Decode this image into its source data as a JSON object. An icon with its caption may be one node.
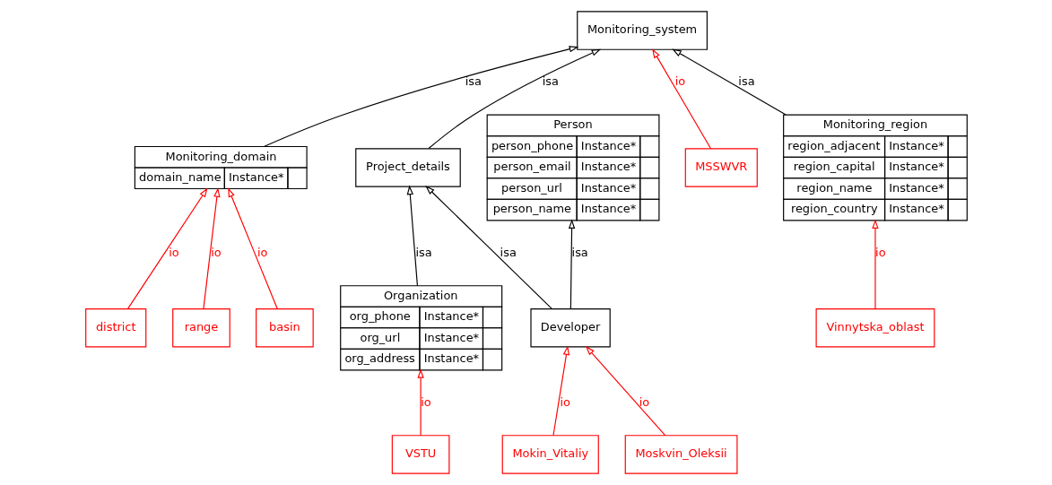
{
  "diagram": {
    "nodes": [
      {
        "text": [
          "Monitoring_system"
        ]
      },
      {
        "text": [
          "Monitoring_domain",
          "domain_name",
          "Instance*"
        ]
      },
      {
        "text": [
          "Project_details"
        ]
      },
      {
        "text": [
          "Person",
          "person_phone",
          "Instance*",
          "person_email",
          "Instance*",
          "person_url",
          "Instance*",
          "person_name",
          "Instance*"
        ]
      },
      {
        "text": [
          "MSSWVR"
        ]
      },
      {
        "text": [
          "Monitoring_region",
          "region_adjacent",
          "Instance*",
          "region_capital",
          "Instance*",
          "region_name",
          "Instance*",
          "region_country",
          "Instance*"
        ]
      },
      {
        "text": [
          "district"
        ]
      },
      {
        "text": [
          "range"
        ]
      },
      {
        "text": [
          "basin"
        ]
      },
      {
        "text": [
          "Organization",
          "org_phone",
          "Instance*",
          "org_url",
          "Instance*",
          "org_address",
          "Instance*"
        ]
      },
      {
        "text": [
          "Developer"
        ]
      },
      {
        "text": [
          "Vinnytska_oblast"
        ]
      },
      {
        "text": [
          "VSTU"
        ]
      },
      {
        "text": [
          "Mokin_Vitaliy"
        ]
      },
      {
        "text": [
          "Moskvin_Oleksii"
        ]
      }
    ],
    "edges": [
      {
        "from": 1,
        "to": 0,
        "arrow": "to",
        "label": "isa",
        "color": "#000000"
      },
      {
        "from": 2,
        "to": 0,
        "arrow": "to",
        "label": "isa",
        "color": "#000000"
      },
      {
        "from": 4,
        "to": 0,
        "arrow": "to",
        "label": "io",
        "color": "#ff0000"
      },
      {
        "from": 5,
        "to": 0,
        "arrow": "to",
        "label": "isa",
        "color": "#000000"
      },
      {
        "from": 6,
        "to": 1,
        "arrow": "to",
        "label": "io",
        "color": "#ff0000"
      },
      {
        "from": 7,
        "to": 1,
        "arrow": "to",
        "label": "io",
        "color": "#ff0000"
      },
      {
        "from": 8,
        "to": 1,
        "arrow": "to",
        "label": "io",
        "color": "#ff0000"
      },
      {
        "from": 9,
        "to": 2,
        "arrow": "to",
        "label": "isa",
        "color": "#000000"
      },
      {
        "from": 10,
        "to": 2,
        "arrow": "to",
        "label": "isa",
        "color": "#000000"
      },
      {
        "from": 10,
        "to": 3,
        "arrow": "to",
        "label": "isa",
        "color": "#000000"
      },
      {
        "from": 11,
        "to": 5,
        "arrow": "to",
        "label": "io",
        "color": "#ff0000"
      },
      {
        "from": 12,
        "to": 9,
        "arrow": "to",
        "label": "io",
        "color": "#ff0000"
      },
      {
        "from": 13,
        "to": 10,
        "arrow": "to",
        "label": "io",
        "color": "#ff0000"
      },
      {
        "from": 14,
        "to": 10,
        "arrow": "to",
        "label": "io",
        "color": "#ff0000"
      }
    ]
  }
}
